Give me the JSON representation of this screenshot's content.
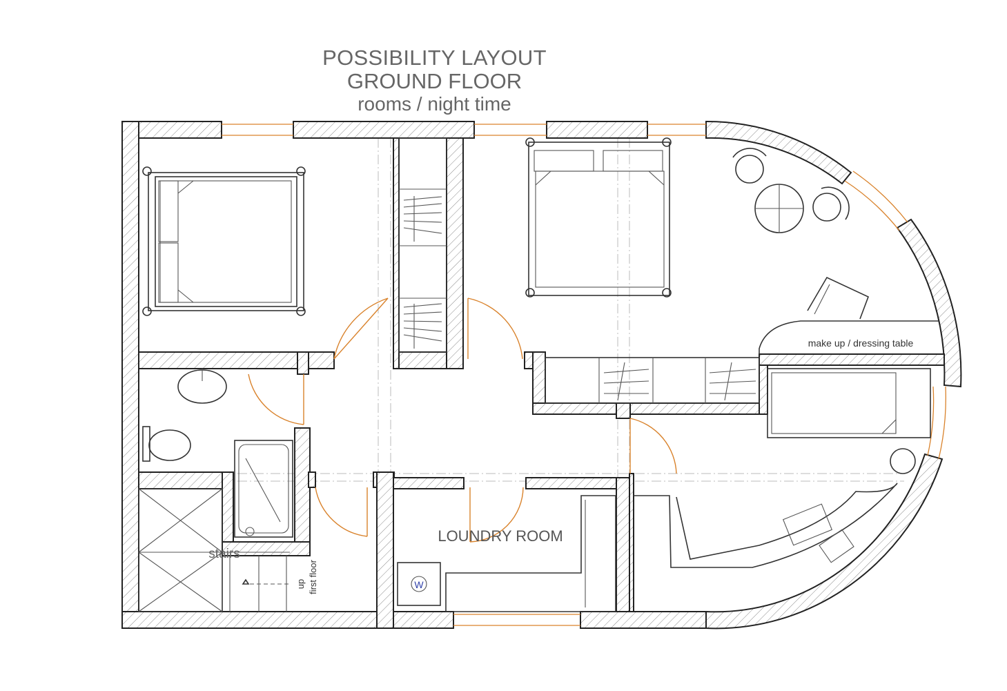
{
  "title": {
    "line1": "POSSIBILITY LAYOUT",
    "line2": "GROUND FLOOR",
    "line3": "rooms / night time"
  },
  "labels": {
    "laundry": "LOUNDRY ROOM",
    "dressing": "make up / dressing table",
    "stairs": "stairs",
    "up": "up",
    "first_floor": "first floor",
    "washer": "W"
  },
  "colors": {
    "wall_line": "#222222",
    "door_swing": "#d9822b",
    "text": "#666666",
    "washer_mark": "#3344aa"
  }
}
